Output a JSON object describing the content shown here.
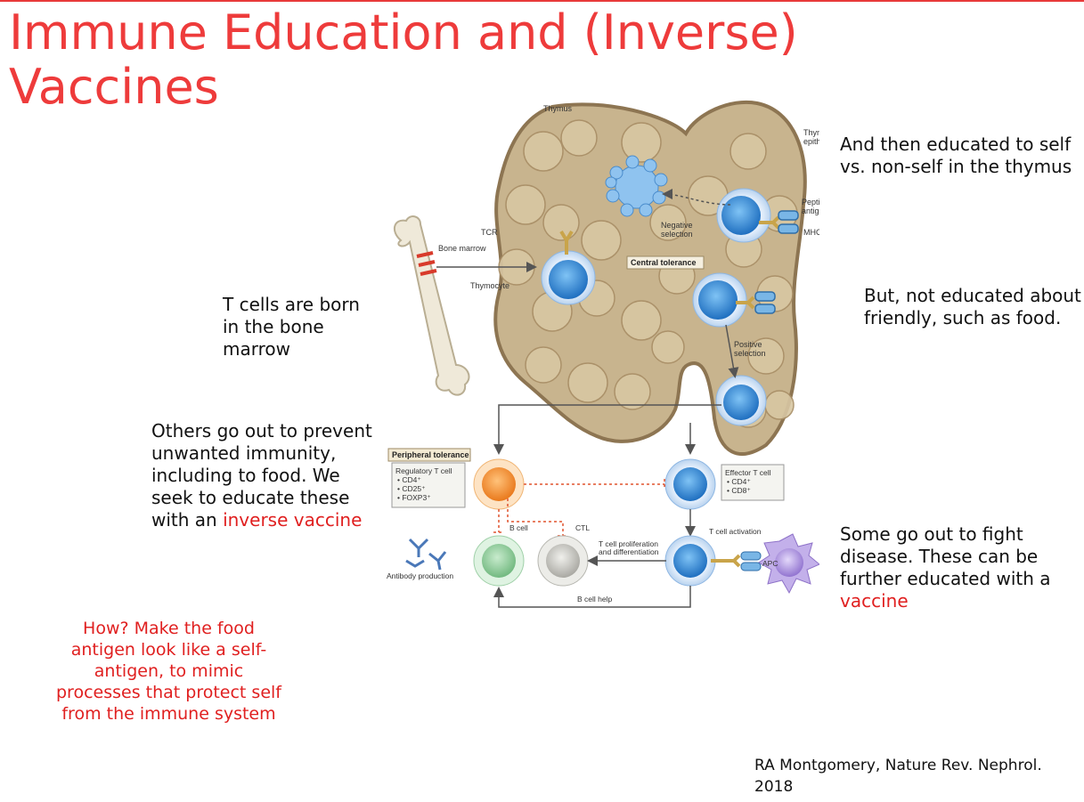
{
  "slide": {
    "title_line1": "Immune Education and (Inverse)",
    "title_line2": "Vaccines"
  },
  "colors": {
    "title": "#ee3b3b",
    "accent_red": "#e02020",
    "thymus_fill": "#c8b48e",
    "cell_blue": "#3f8fd6",
    "treg_orange": "#f39a3b",
    "bcell_green": "#8fcf9a",
    "ctl_gray": "#c9c9c4",
    "apc_purple": "#a58ad8"
  },
  "notes": {
    "educated_thymus": "And then educated to self vs. non-self in the thymus",
    "not_educated_food": "But, not educated about friendly, such as food.",
    "born_marrow": "T cells are born in the bone marrow",
    "others_prefix": "Others go out to prevent unwanted immunity, including to food.  We seek to educate these with an ",
    "others_highlight": "inverse vaccine",
    "some_prefix": "Some go out to fight disease.  These can be further educated with a ",
    "some_highlight": "vaccine",
    "how": "How?  Make the food antigen look like a self-antigen, to mimic processes that protect self from the immune system",
    "citation": "RA Montgomery, Nature Rev. Nephrol. 2018"
  },
  "figure": {
    "labels": {
      "thymus": "Thymus",
      "thymic_epithelial_1": "Thymic",
      "thymic_epithelial_2": "epithelial cell",
      "peptide_1": "Peptide",
      "peptide_2": "antigen",
      "mhc": "MHC",
      "tcr": "TCR",
      "bone_marrow": "Bone marrow",
      "thymocyte": "Thymocyte",
      "negative_1": "Negative",
      "negative_2": "selection",
      "central_tolerance": "Central tolerance",
      "positive_1": "Positive",
      "positive_2": "selection",
      "peripheral_tolerance": "Peripheral tolerance",
      "treg_title": "Regulatory T cell",
      "treg_1": "• CD4⁺",
      "treg_2": "• CD25⁺",
      "treg_3": "• FOXP3⁺",
      "effector_title": "Effector T cell",
      "effector_1": "• CD4⁺",
      "effector_2": "• CD8⁺",
      "b_cell": "B cell",
      "ctl": "CTL",
      "t_cell_activation": "T cell activation",
      "prolif_1": "T cell proliferation",
      "prolif_2": "and differentiation",
      "apc": "APC",
      "antibody_production": "Antibody production",
      "b_cell_help": "B cell help"
    }
  }
}
